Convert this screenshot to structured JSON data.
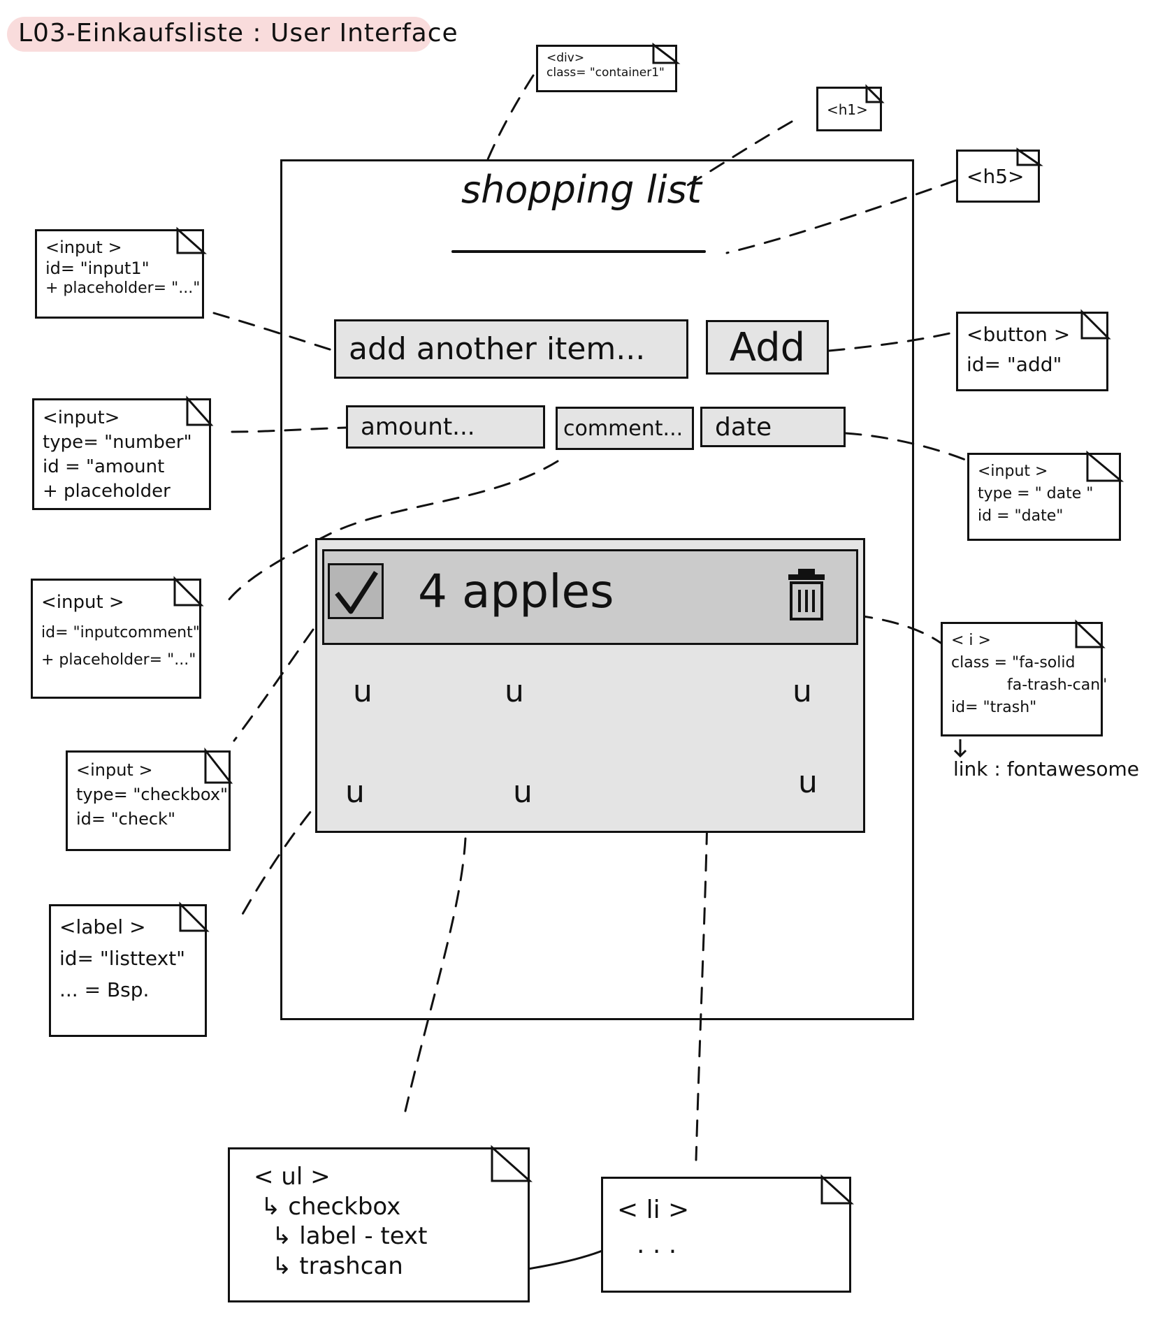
{
  "title": "L03-Einkaufsliste :   User Interface",
  "mockup": {
    "heading": "shopping list",
    "input_placeholder": "add another item...",
    "add_button": "Add",
    "amount_placeholder": "amount...",
    "comment_placeholder": "comment...",
    "date_placeholder": "date",
    "list_item_label": "4 apples",
    "ditto_mark": "u"
  },
  "notes": {
    "div": [
      "<div>",
      "class= \"container1\""
    ],
    "h1": [
      "<h1>"
    ],
    "h5": [
      "<h5>"
    ],
    "input1": [
      "<input >",
      "id= \"input1\"",
      "+ placeholder= \"...\""
    ],
    "button": [
      "<button >",
      "id= \"add\""
    ],
    "amount": [
      "<input>",
      "type= \"number\"",
      "id = \"amount",
      "+ placeholder"
    ],
    "date": [
      "<input >",
      "type = \" date \"",
      "id = \"date\""
    ],
    "comment": [
      "<input >",
      "id= \"inputcomment\"",
      "+ placeholder= \"...\""
    ],
    "trash": [
      "< i >",
      "class = \"fa-solid",
      "fa-trash-can\"",
      "id= \"trash\""
    ],
    "trash_link": "link : fontawesome",
    "checkbox": [
      "<input >",
      "type= \"checkbox\"",
      "id= \"check\""
    ],
    "label": [
      "<label >",
      "id= \"listtext\"",
      "... = Bsp."
    ],
    "ul": [
      "< ul >",
      "↳ checkbox",
      "↳ label - text",
      "↳ trashcan"
    ],
    "li": [
      "< li >",
      ". . ."
    ]
  }
}
